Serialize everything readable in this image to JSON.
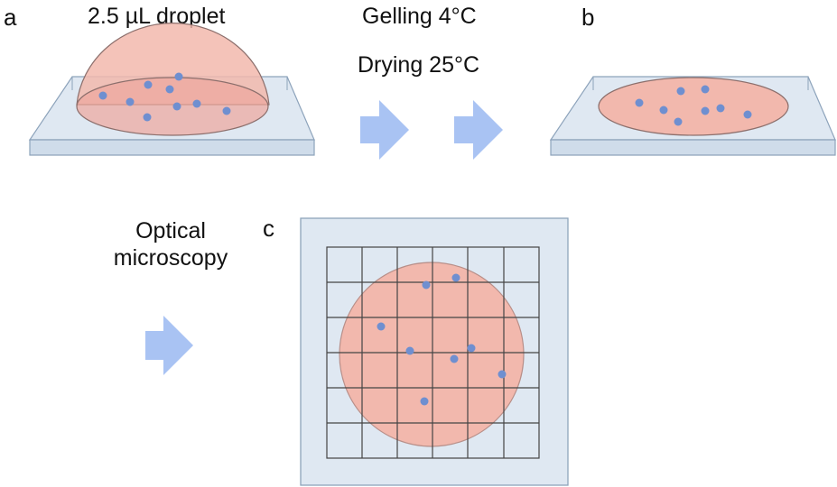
{
  "panels": {
    "a": {
      "label": "a",
      "caption": "2.5 µL droplet"
    },
    "b": {
      "label": "b"
    },
    "c": {
      "label": "c"
    }
  },
  "steps": {
    "gelling": "Gelling 4°C",
    "drying": "Drying 25°C",
    "microscopy_line1": "Optical",
    "microscopy_line2": "microscopy"
  },
  "colors": {
    "slide_fill": "#dfe8f2",
    "slide_edge": "#8da3bb",
    "droplet_fill": "#f2b8ad",
    "droplet_edge": "#8c6f6c",
    "particle": "#6f8fd0",
    "arrow": "#a9c3f3",
    "grid_line": "#444444"
  }
}
